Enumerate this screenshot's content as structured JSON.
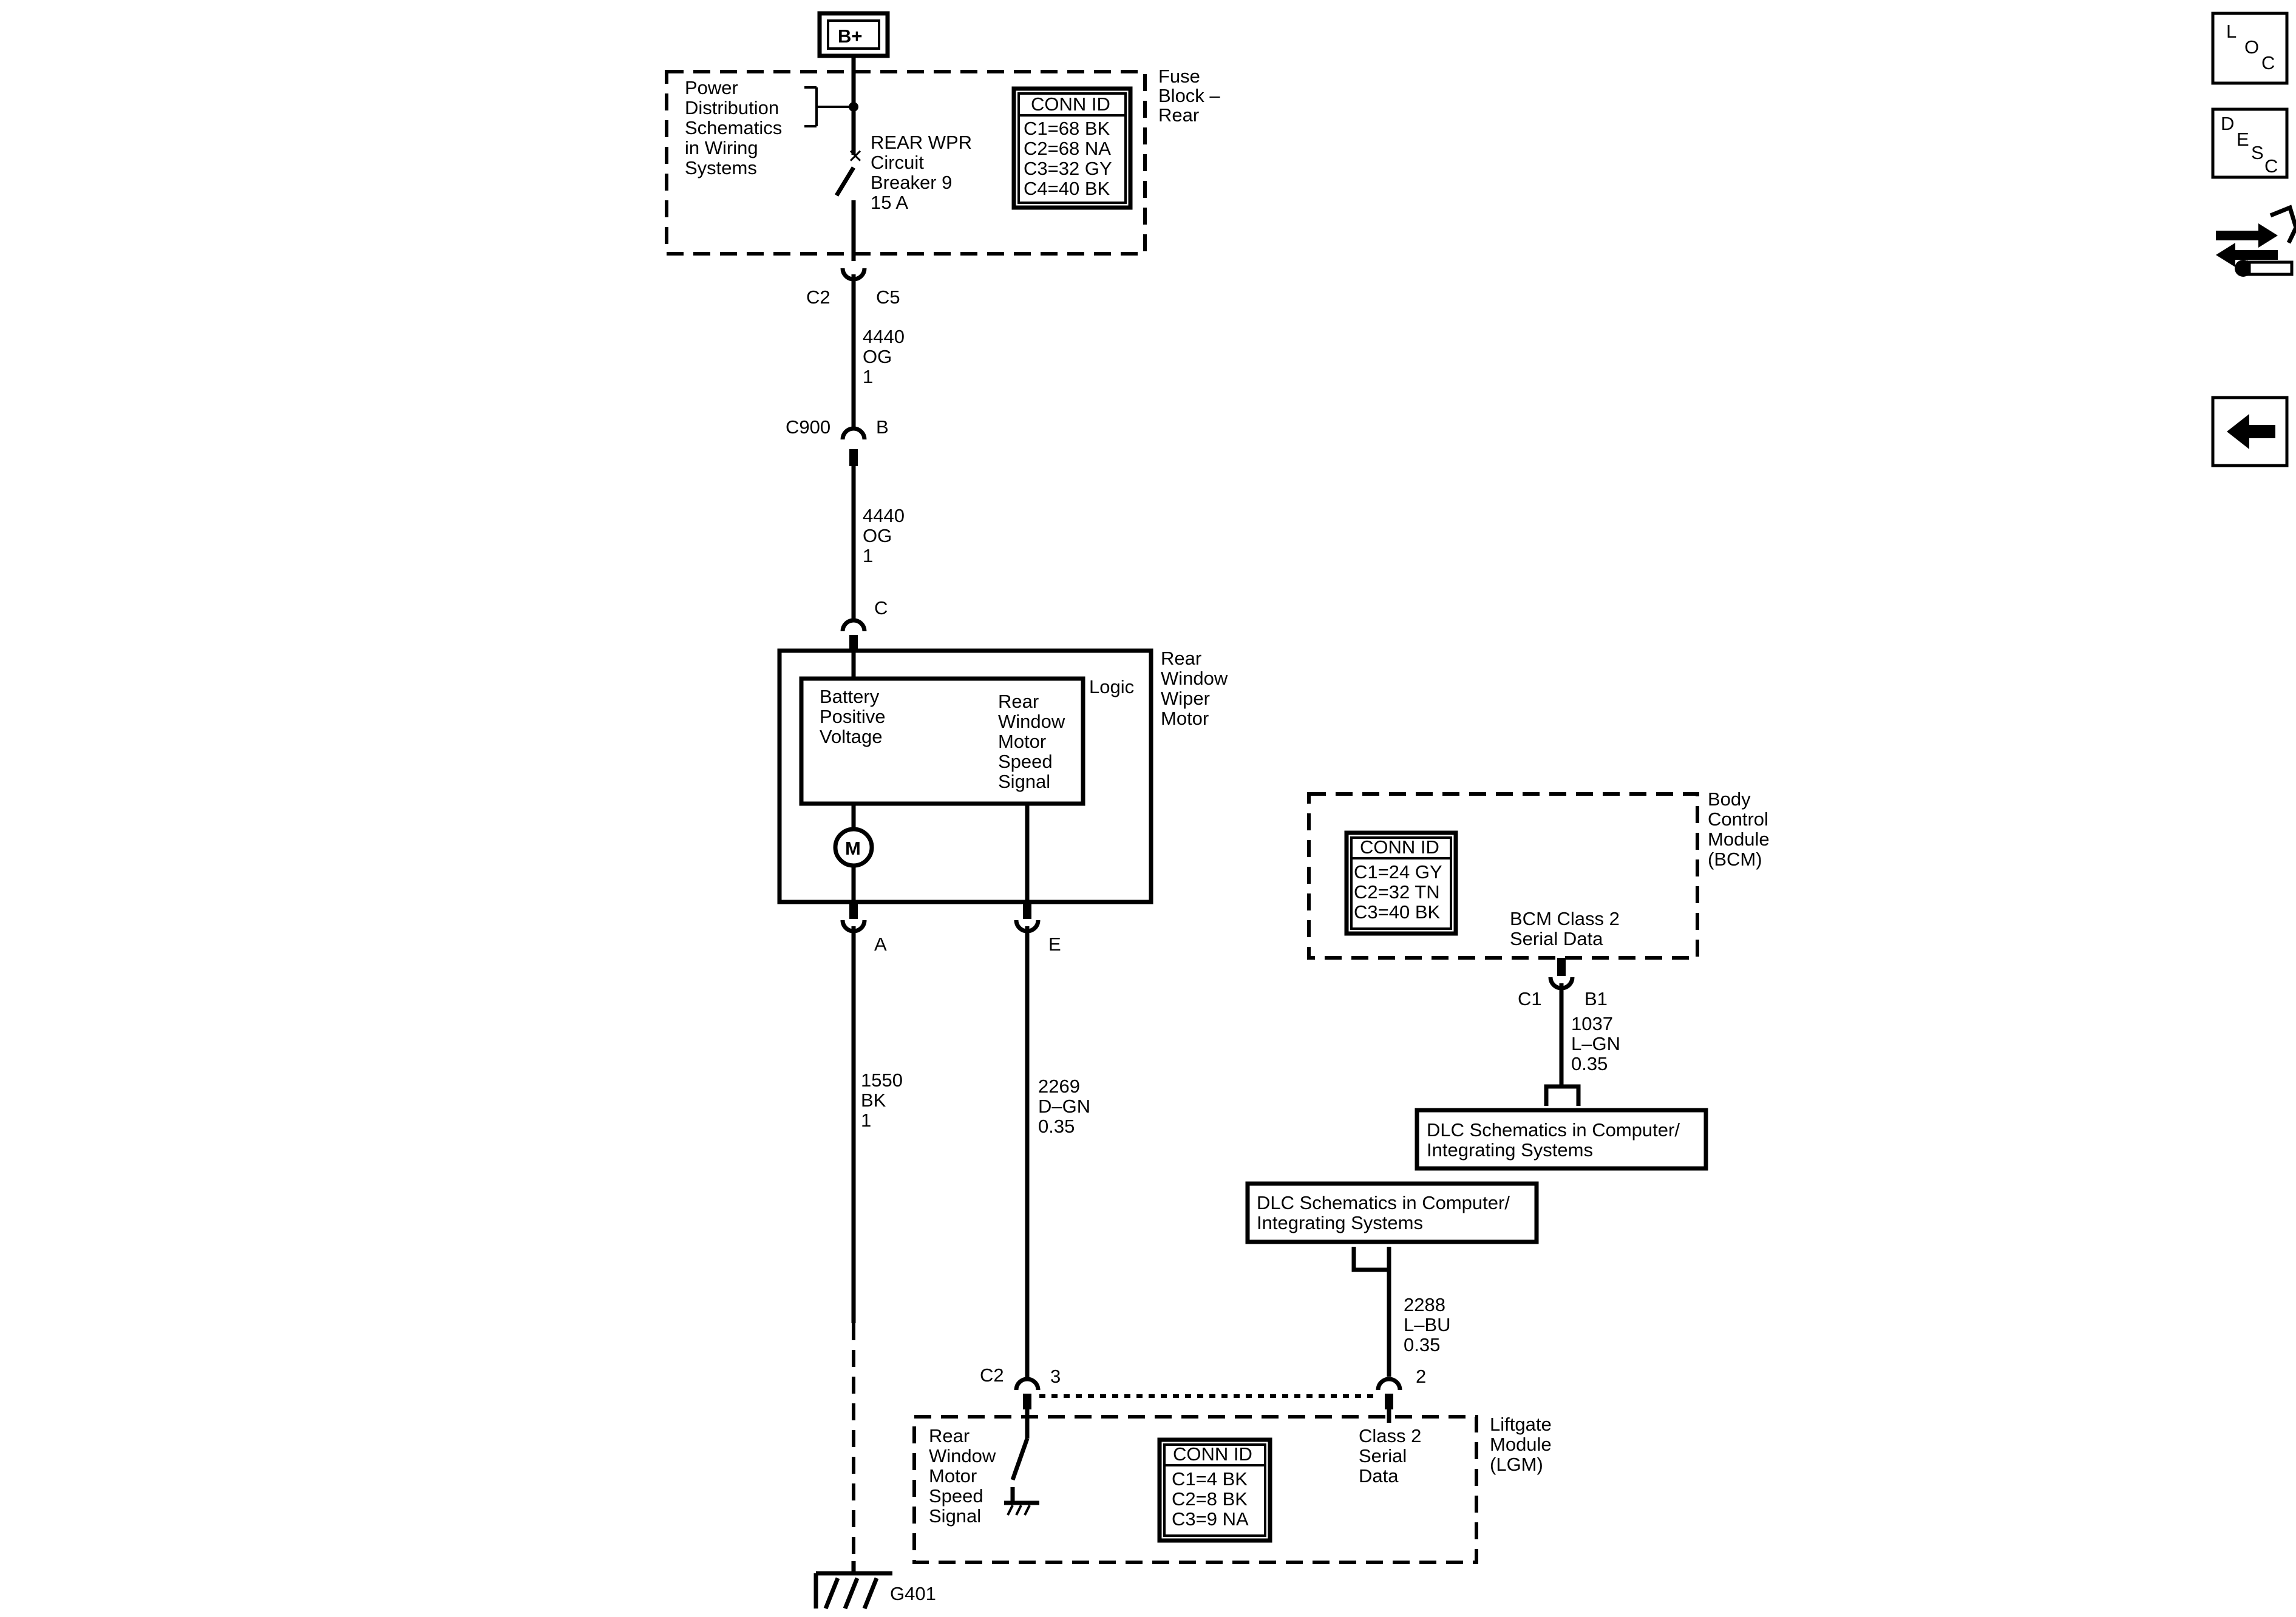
{
  "nav": {
    "loc": {
      "l1": "L",
      "l2": "O",
      "l3": "C"
    },
    "desc": {
      "l1": "D",
      "l2": "E",
      "l3": "S",
      "l4": "C"
    },
    "back_icon": "left-arrow-icon",
    "tools_icon": "arrows-wrench-icon"
  },
  "b_plus": "B+",
  "fuse_block": {
    "title": [
      "Fuse",
      "Block –",
      "Rear"
    ],
    "note": [
      "Power",
      "Distribution",
      "Schematics",
      "in Wiring",
      "Systems"
    ],
    "breaker": [
      "REAR WPR",
      "Circuit",
      "Breaker 9",
      "15 A"
    ],
    "conn_header": "CONN ID",
    "conn": [
      "C1=68 BK",
      "C2=68 NA",
      "C3=32 GY",
      "C4=40 BK"
    ]
  },
  "c2": "C2",
  "c5": "C5",
  "wire_4440_top": [
    "4440",
    "OG",
    "1"
  ],
  "c900": "C900",
  "pin_b": "B",
  "wire_4440_bottom": [
    "4440",
    "OG",
    "1"
  ],
  "pin_c": "C",
  "wiper_motor": {
    "title": [
      "Rear",
      "Window",
      "Wiper",
      "Motor"
    ],
    "logic": "Logic",
    "battery": [
      "Battery",
      "Positive",
      "Voltage"
    ],
    "signal": [
      "Rear",
      "Window",
      "Motor",
      "Speed",
      "Signal"
    ],
    "motor_symbol": "M"
  },
  "pin_a": "A",
  "pin_e": "E",
  "wire_1550": [
    "1550",
    "BK",
    "1"
  ],
  "wire_2269": [
    "2269",
    "D–GN",
    "0.35"
  ],
  "ground": "G401",
  "bcm": {
    "title": [
      "Body",
      "Control",
      "Module",
      "(BCM)"
    ],
    "conn_header": "CONN ID",
    "conn": [
      "C1=24 GY",
      "C2=32 TN",
      "C3=40 BK"
    ],
    "serial": [
      "BCM Class 2",
      "Serial Data"
    ]
  },
  "bcm_c1": "C1",
  "bcm_b1": "B1",
  "wire_1037": [
    "1037",
    "L–GN",
    "0.35"
  ],
  "dlc_upper": [
    "DLC Schematics in Computer/",
    "Integrating Systems"
  ],
  "dlc_lower": [
    "DLC Schematics in Computer/",
    "Integrating Systems"
  ],
  "wire_2288": [
    "2288",
    "L–BU",
    "0.35"
  ],
  "lgm_c2": "C2",
  "lgm_pin3": "3",
  "lgm_pin2": "2",
  "lgm": {
    "title": [
      "Liftgate",
      "Module",
      "(LGM)"
    ],
    "signal": [
      "Rear",
      "Window",
      "Motor",
      "Speed",
      "Signal"
    ],
    "conn_header": "CONN ID",
    "conn": [
      "C1=4 BK",
      "C2=8 BK",
      "C3=9 NA"
    ],
    "serial": [
      "Class 2",
      "Serial",
      "Data"
    ]
  }
}
